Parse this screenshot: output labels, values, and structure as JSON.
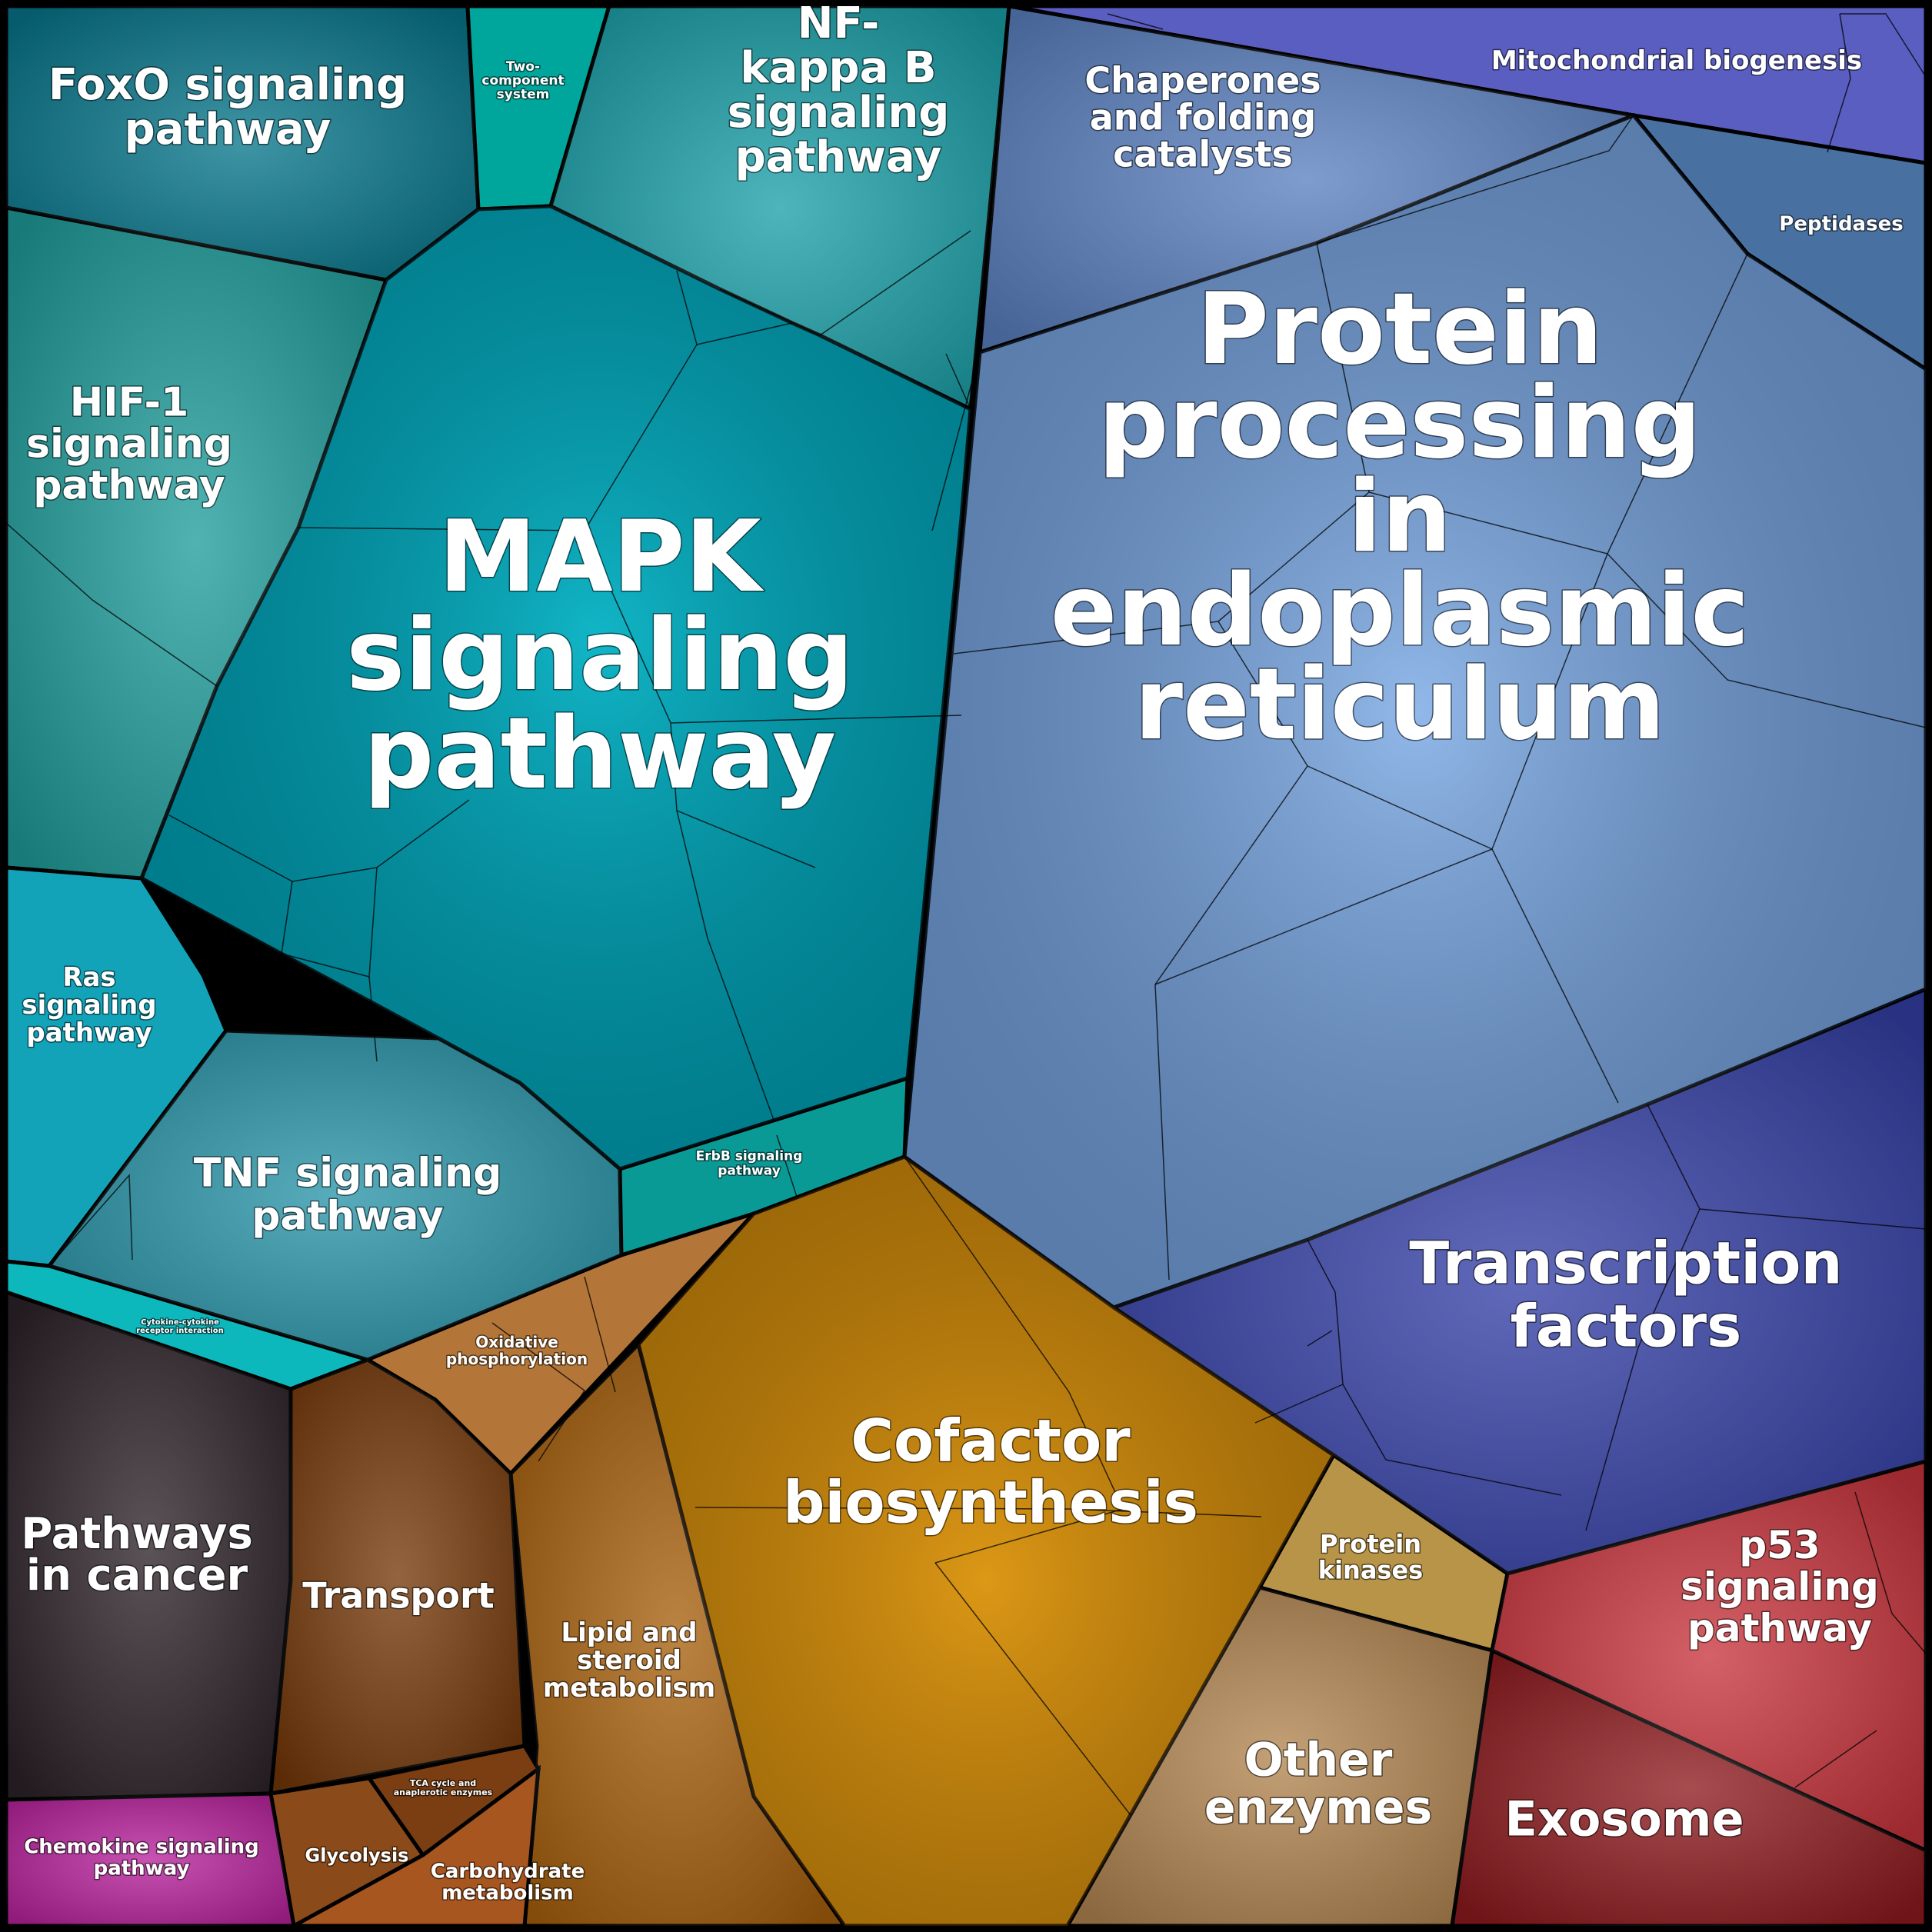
{
  "regions": [
    {
      "id": "mapk",
      "label": [
        "MAPK",
        "signaling",
        "pathway"
      ],
      "color": "#0096a8"
    },
    {
      "id": "protein_er",
      "label": [
        "Protein",
        "processing",
        "in",
        "endoplasmic",
        "reticulum"
      ],
      "color": "#6f95c9"
    },
    {
      "id": "foxo",
      "label": [
        "FoxO signaling",
        "pathway"
      ],
      "color": "#07768a"
    },
    {
      "id": "two_component",
      "label": [
        "Two-",
        "component",
        "system"
      ],
      "color": "#00a59c"
    },
    {
      "id": "nfkb",
      "label": [
        "NF-",
        "kappa B",
        "signaling",
        "pathway"
      ],
      "color": "#1aa0a8"
    },
    {
      "id": "hif1",
      "label": [
        "HIF-1",
        "signaling",
        "pathway"
      ],
      "color": "#1f9e9c"
    },
    {
      "id": "ras",
      "label": [
        "Ras",
        "signaling",
        "pathway"
      ],
      "color": "#12a3b8"
    },
    {
      "id": "tnf",
      "label": [
        "TNF signaling",
        "pathway"
      ],
      "color": "#2894a8"
    },
    {
      "id": "erbb",
      "label": [
        "ErbB signaling",
        "pathway"
      ],
      "color": "#0a9a96"
    },
    {
      "id": "cytokine",
      "label": [
        "Cytokine-cytokine",
        "receptor interaction"
      ],
      "color": "#0cb8bc"
    },
    {
      "id": "mito",
      "label": [
        "Mitochondrial biogenesis"
      ],
      "color": "#5a5ec0"
    },
    {
      "id": "chaperones",
      "label": [
        "Chaperones",
        "and folding",
        "catalysts"
      ],
      "color": "#5b80c0"
    },
    {
      "id": "peptidases",
      "label": [
        "Peptidases"
      ],
      "color": "#4870a0"
    },
    {
      "id": "transcription",
      "label": [
        "Transcription",
        "factors"
      ],
      "color": "#3440a6"
    },
    {
      "id": "cofactor",
      "label": [
        "Cofactor",
        "biosynthesis"
      ],
      "color": "#b9800c"
    },
    {
      "id": "oxphos",
      "label": [
        "Oxidative",
        "phosphorylation"
      ],
      "color": "#b47638"
    },
    {
      "id": "transport",
      "label": [
        "Transport"
      ],
      "color": "#743808"
    },
    {
      "id": "lipid",
      "label": [
        "Lipid and",
        "steroid",
        "metabolism"
      ],
      "color": "#a8600c"
    },
    {
      "id": "pathways_cancer",
      "label": [
        "Pathways",
        "in cancer"
      ],
      "color": "#2c2228"
    },
    {
      "id": "chemokine",
      "label": [
        "Chemokine signaling",
        "pathway"
      ],
      "color": "#b8229c"
    },
    {
      "id": "glycolysis",
      "label": [
        "Glycolysis"
      ],
      "color": "#8a4a1a"
    },
    {
      "id": "tca",
      "label": [
        "TCA cycle and",
        "anaplerotic enzymes"
      ],
      "color": "#7a3e12"
    },
    {
      "id": "carbohydrate",
      "label": [
        "Carbohydrate",
        "metabolism"
      ],
      "color": "#a85620"
    },
    {
      "id": "protein_kinases",
      "label": [
        "Protein",
        "kinases"
      ],
      "color": "#b89448"
    },
    {
      "id": "other_enzymes",
      "label": [
        "Other",
        "enzymes"
      ],
      "color": "#b28550"
    },
    {
      "id": "p53",
      "label": [
        "p53",
        "signaling",
        "pathway"
      ],
      "color": "#c8343c"
    },
    {
      "id": "exosome",
      "label": [
        "Exosome"
      ],
      "color": "#8e1a1e"
    }
  ]
}
